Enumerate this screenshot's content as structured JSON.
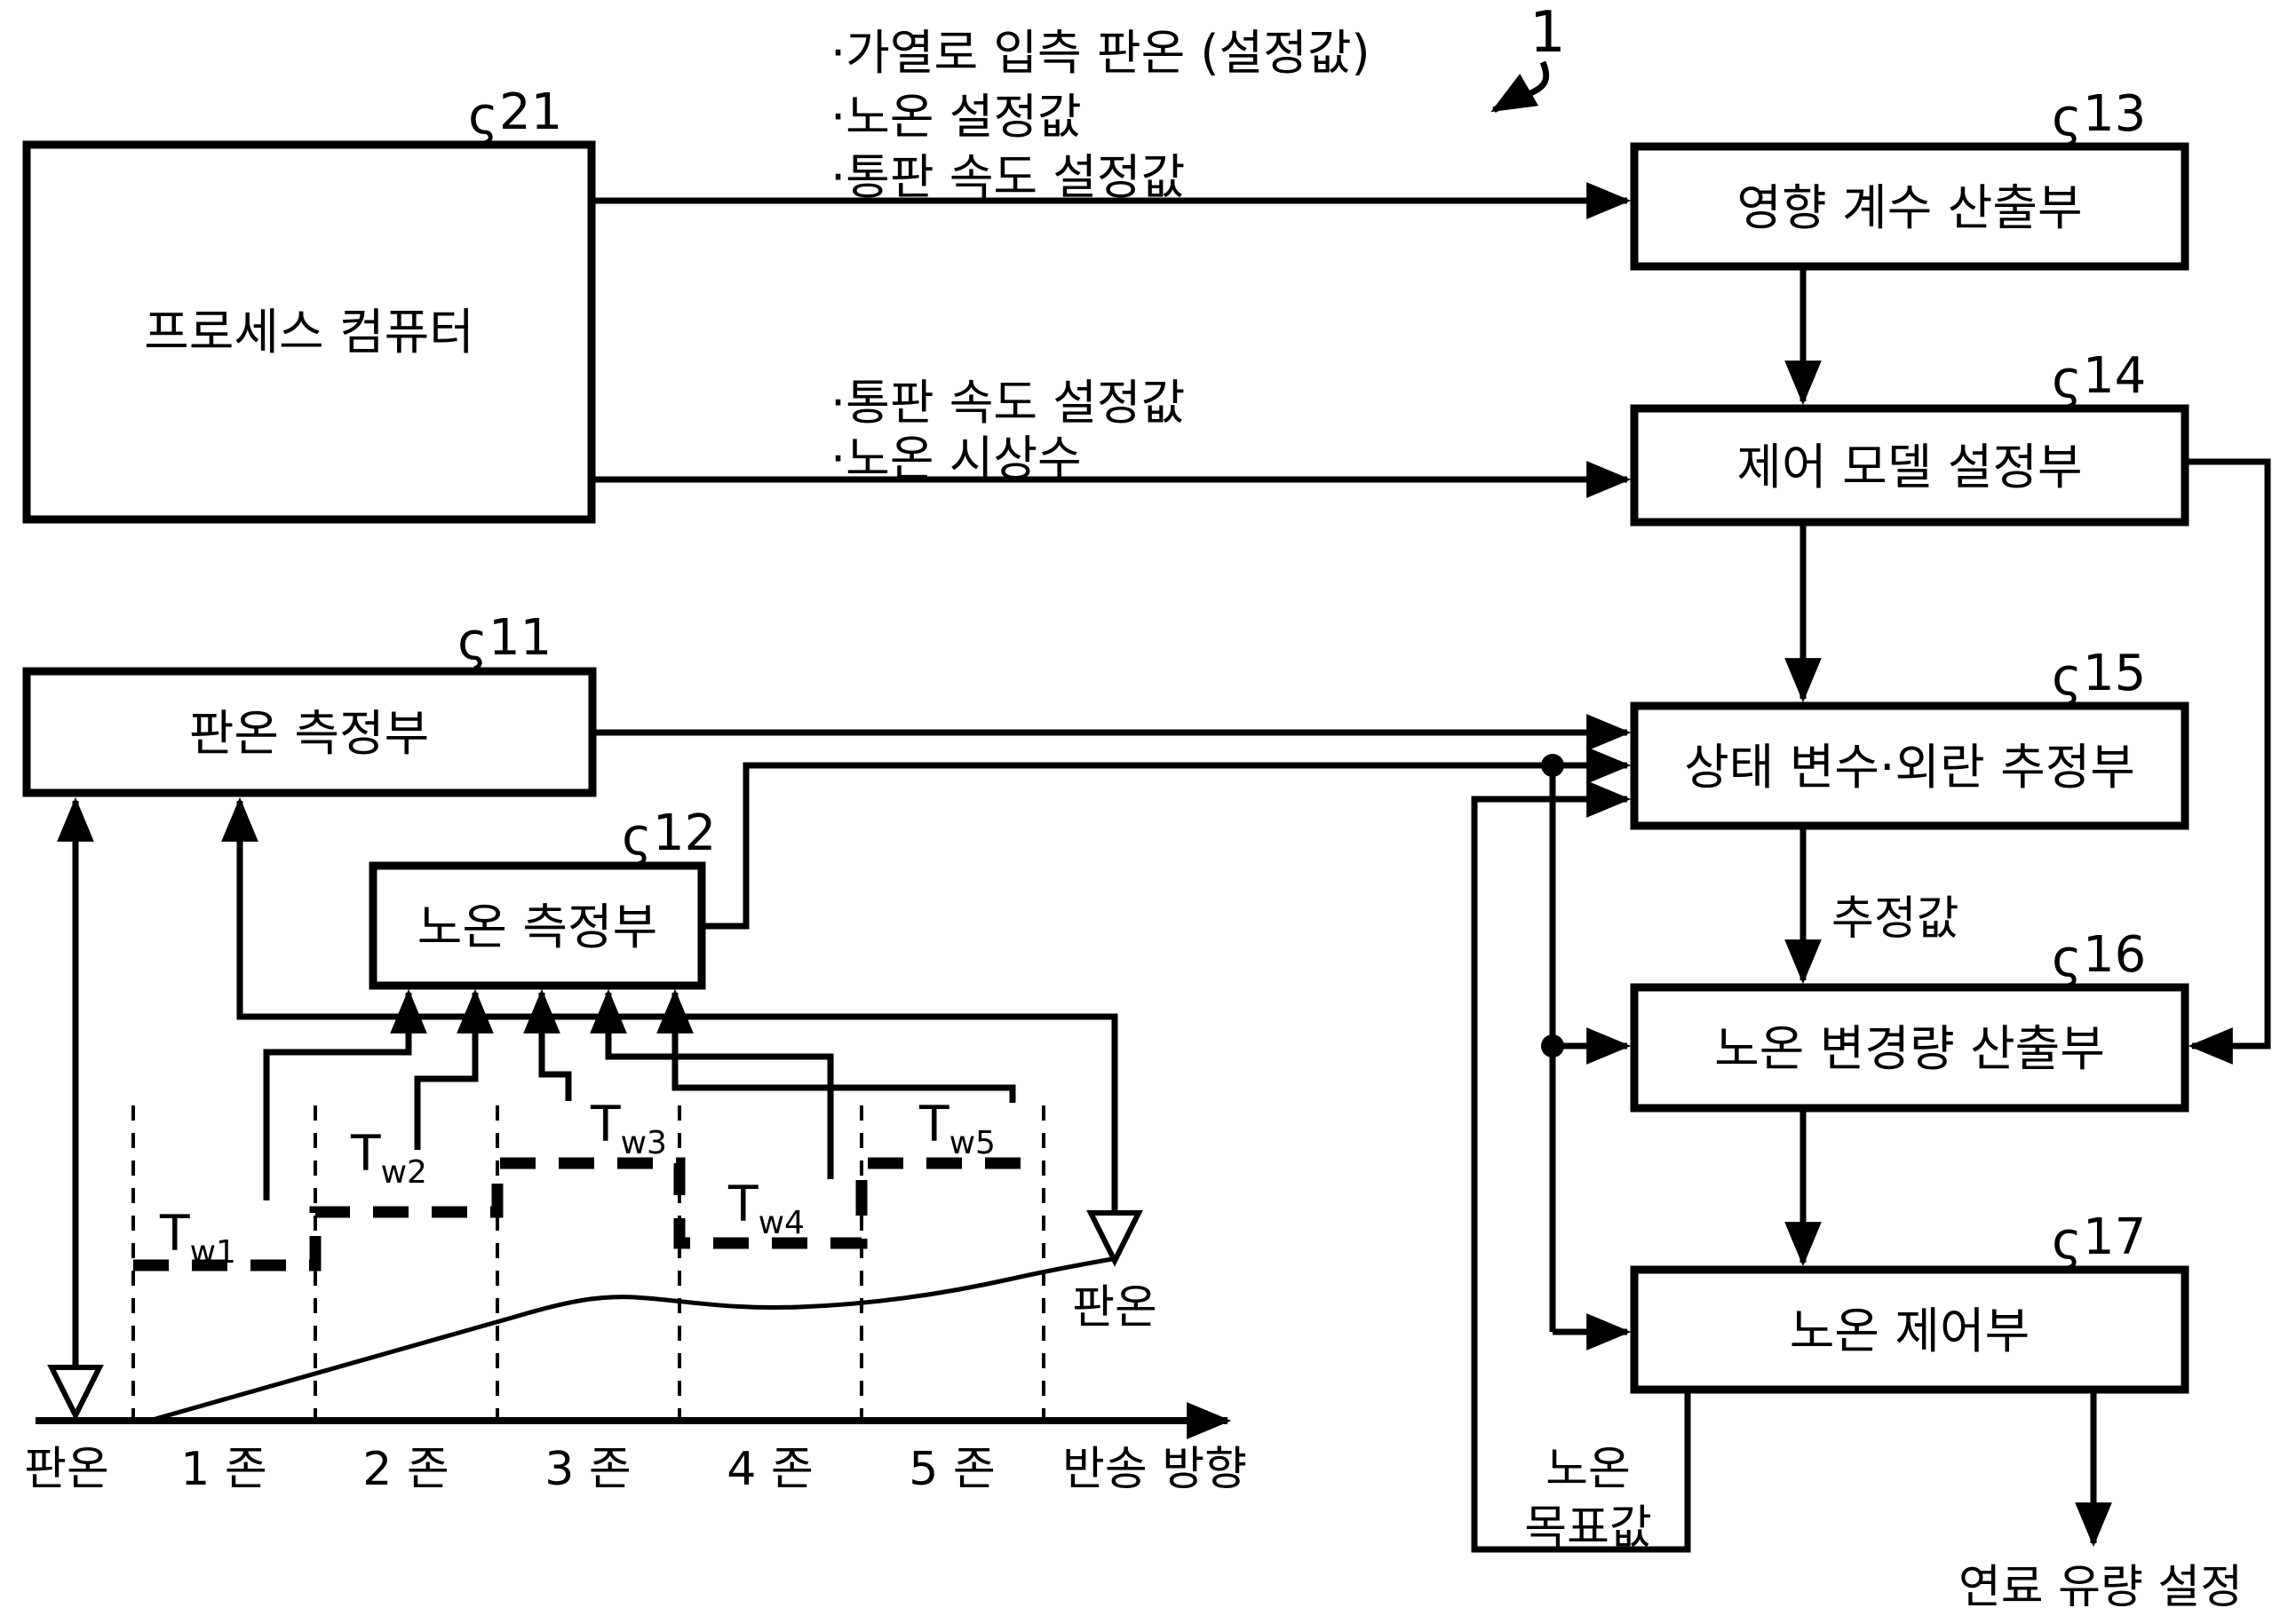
{
  "figure_label": "1",
  "blocks": {
    "b21": {
      "ref": "21",
      "label": "프로세스 컴퓨터"
    },
    "b11": {
      "ref": "11",
      "label": "판온 측정부"
    },
    "b12": {
      "ref": "12",
      "label": "노온 측정부"
    },
    "b13": {
      "ref": "13",
      "label": "영향 계수 산출부"
    },
    "b14": {
      "ref": "14",
      "label": "제어 모델 설정부"
    },
    "b15": {
      "ref": "15",
      "label": "상태 변수·외란 추정부"
    },
    "b16": {
      "ref": "16",
      "label": "노온 변경량 산출부"
    },
    "b17": {
      "ref": "17",
      "label": "노온 제어부"
    }
  },
  "signals": {
    "to13": [
      "·가열로 입측 판온 (설정값)",
      "·노온 설정값",
      "·통판 속도 설정값"
    ],
    "to14": [
      "·통판 속도 설정값",
      "·노온 시상수"
    ],
    "estimate": "추정값",
    "target": [
      "노온",
      "목표값"
    ],
    "fuel_output": "연료 유량 설정"
  },
  "chart": {
    "zones": [
      "1 존",
      "2 존",
      "3 존",
      "4 존",
      "5 존"
    ],
    "x_axis": "반송 방향",
    "plate_temp_left": "판온",
    "plate_temp_right": "판온",
    "sensors": [
      {
        "base": "T",
        "sub": "w1"
      },
      {
        "base": "T",
        "sub": "w2"
      },
      {
        "base": "T",
        "sub": "w3"
      },
      {
        "base": "T",
        "sub": "w4"
      },
      {
        "base": "T",
        "sub": "w5"
      }
    ],
    "squiggle": "ς"
  }
}
